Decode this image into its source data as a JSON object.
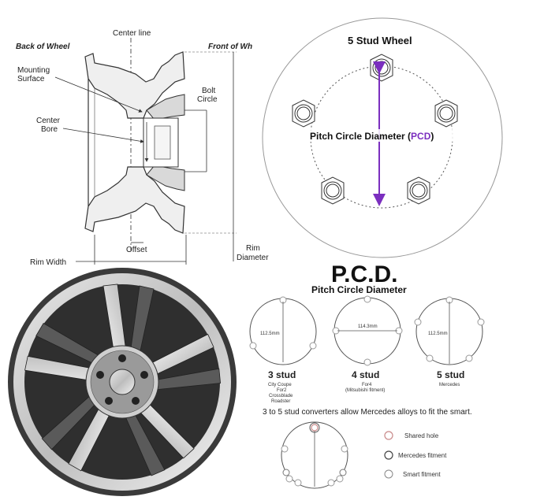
{
  "rim_diagram": {
    "center_line": "Center line",
    "back_of_wheel": "Back of Wheel",
    "front_of_wheel": "Front of Wh",
    "mounting_surface_1": "Mounting",
    "mounting_surface_2": "Surface",
    "center_bore_1": "Center",
    "center_bore_2": "Bore",
    "bolt_circle_1": "Bolt",
    "bolt_circle_2": "Circle",
    "offset": "Offset",
    "rim_width": "Rim Width",
    "rim_diameter_1": "Rim",
    "rim_diameter_2": "Diameter"
  },
  "five_stud_panel": {
    "title": "5 Stud Wheel",
    "pcd_label": "Pitch Circle Diameter (",
    "pcd_abbr": "PCD",
    "pcd_close": ")"
  },
  "pcd_panel": {
    "title": "P.C.D.",
    "subtitle": "Pitch Circle Diameter",
    "circles": [
      {
        "measure": "112.5mm",
        "name": "3 stud",
        "sub1": "City Coupe",
        "sub2": "For2",
        "sub3": "Crossblade",
        "sub4": "Roadster"
      },
      {
        "measure": "114.3mm",
        "name": "4 stud",
        "sub1": "For4",
        "sub2": "(Mitsubishi fitment)",
        "sub3": "",
        "sub4": ""
      },
      {
        "measure": "112.5mm",
        "name": "5 stud",
        "sub1": "Mercedes",
        "sub2": "",
        "sub3": "",
        "sub4": ""
      }
    ],
    "converter_note": "3 to 5 stud converters allow Mercedes alloys to fit the smart.",
    "legend": [
      "Shared hole",
      "Mercedes fitment",
      "Smart fitment"
    ]
  },
  "colors": {
    "pcd_accent": "#7b2fbf",
    "wheel_dark": "#4a4a4a",
    "wheel_silver": "#cfcfcf",
    "legend_shared": "#c98a8a"
  }
}
